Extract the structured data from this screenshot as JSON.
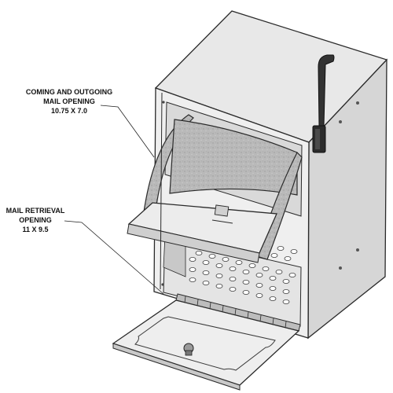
{
  "callouts": [
    {
      "lines": [
        "COMING AND OUTGOING",
        "MAIL OPENING",
        "10.75 X 7.0"
      ]
    },
    {
      "lines": [
        "MAIL RETRIEVAL",
        "OPENING",
        "11 X 9.5"
      ]
    }
  ],
  "colors": {
    "outline": "#2a2a2a",
    "body_light": "#eeeeee",
    "body_side": "#d4d4d4",
    "top": "#e6e6e6",
    "galvanized": "#b7b7b7",
    "interior": "#dcdcdc",
    "flag": "#333333"
  }
}
